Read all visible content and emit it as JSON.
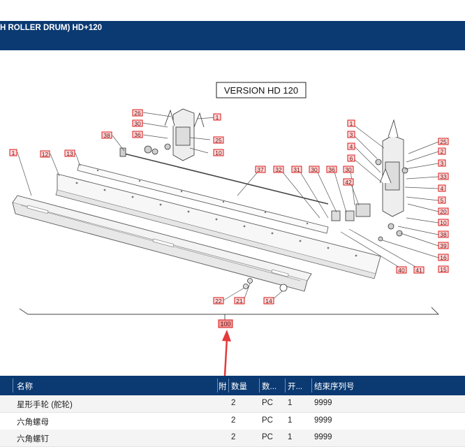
{
  "header": {
    "title": "H ROLLER DRUM) HD+120"
  },
  "diagram": {
    "version_label": "VERSION HD 120",
    "assembly_label": "100",
    "callouts": [
      "1",
      "12",
      "13",
      "38",
      "26",
      "30",
      "36",
      "25",
      "10",
      "1",
      "37",
      "32",
      "31",
      "30",
      "36",
      "30",
      "42",
      "1",
      "3",
      "4",
      "6",
      "25",
      "2",
      "3",
      "33",
      "4",
      "5",
      "20",
      "10",
      "38",
      "39",
      "16",
      "15",
      "40",
      "41",
      "22",
      "21",
      "14"
    ]
  },
  "table": {
    "columns": [
      "名称",
      "附",
      "数量",
      "数...",
      "开...",
      "结束序列号"
    ],
    "rows": [
      {
        "name": "星形手轮 (舵轮)",
        "qty": "2",
        "unit": "PC",
        "start": "1",
        "end": "9999"
      },
      {
        "name": "六角螺母",
        "qty": "2",
        "unit": "PC",
        "start": "1",
        "end": "9999"
      },
      {
        "name": "六角螺钉",
        "qty": "2",
        "unit": "PC",
        "start": "1",
        "end": "9999"
      }
    ]
  },
  "colors": {
    "header_bg": "#0b3a72",
    "callout_border": "#d81818",
    "arrow": "#e5393a"
  }
}
